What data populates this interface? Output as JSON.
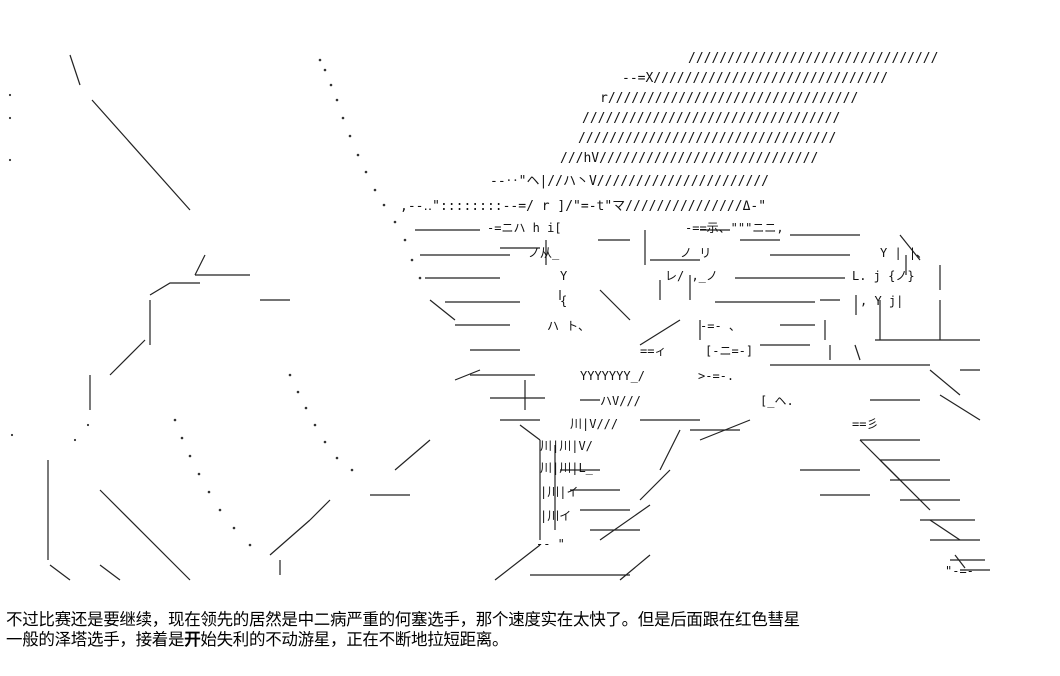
{
  "caption": {
    "line1": "不过比赛还是要继续，现在领先的居然是中二病严重的何塞选手，那个速度实在太快了。但是后面跟在红色彗星",
    "line2_before": "一般的泽塔选手，接着是",
    "line2_bold": "开",
    "line2_after": "始失利的不动游星，正在不断地拉短距离。"
  }
}
